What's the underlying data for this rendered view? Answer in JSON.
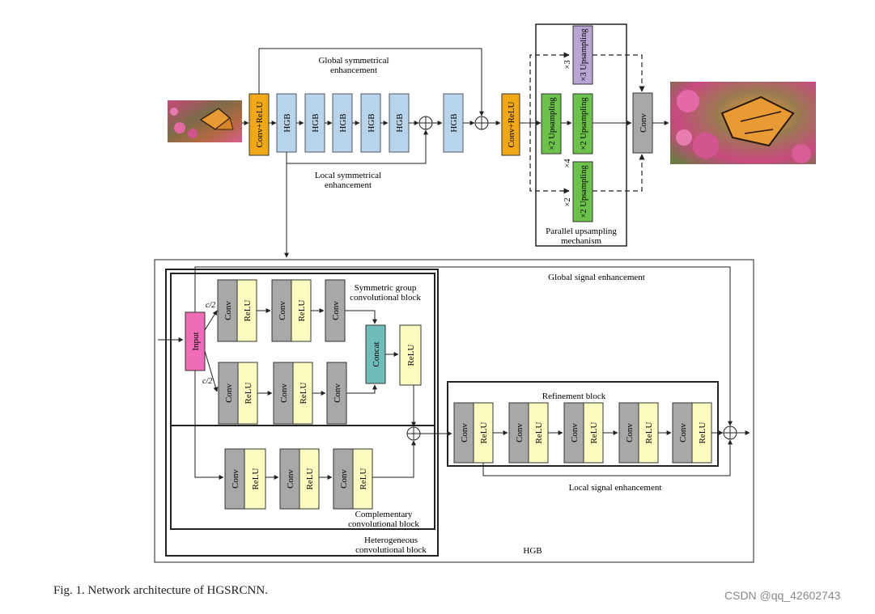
{
  "labels": {
    "global_sym": [
      "Global symmetrical",
      "enhancement"
    ],
    "local_sym": [
      "Local symmetrical",
      "enhancement"
    ],
    "conv_relu": "Conv+ReLU",
    "hgb": "HGB",
    "x2_upsampling": "×2 Upsampling",
    "x3_upsampling": "×3 Upsampling",
    "conv": "Conv",
    "relu": "ReLU",
    "concat": "Concat",
    "input": "Input",
    "x2": "×2",
    "x3": "×3",
    "x4": "×4",
    "half": "c/2",
    "parallel": [
      "Parallel upsampling",
      "mechanism"
    ],
    "global_signal": "Global signal enhancement",
    "local_signal": "Local signal enhancement",
    "sym_group": [
      "Symmetric group",
      "convolutional block"
    ],
    "complementary": [
      "Complementary",
      "convolutional block"
    ],
    "heterogeneous": [
      "Heterogeneous",
      "convolutional block"
    ],
    "refinement": "Refinement block",
    "hgb_bottom": "HGB"
  },
  "caption": "Fig. 1.  Network architecture of HGSRCNN.",
  "watermark": "CSDN @qq_42602743",
  "colors": {
    "orange": "#f0a818",
    "blue": "#b8d4ea",
    "green": "#6cc14a",
    "purple": "#b7a6d4",
    "gray": "#a8a8a8",
    "yellow": "#fdfcc0",
    "pink": "#f06cb6",
    "teal": "#6fbcba"
  }
}
